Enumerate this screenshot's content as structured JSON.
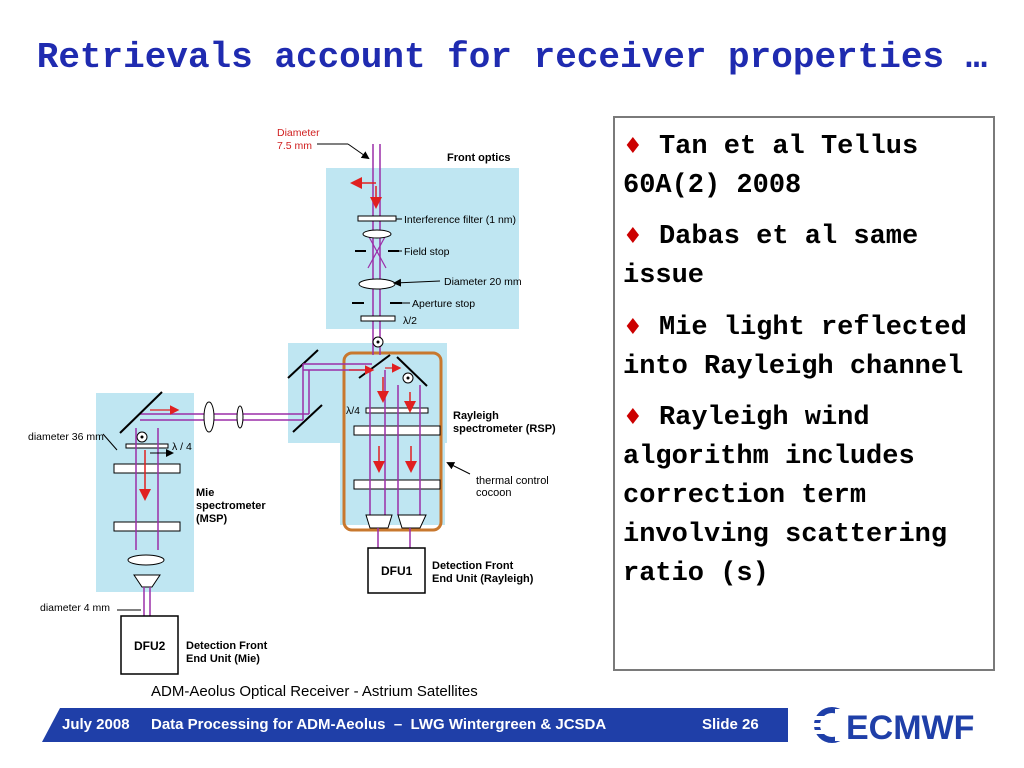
{
  "title": "Retrievals account for receiver properties …",
  "diagram": {
    "labels": {
      "diameter_top": "Diameter",
      "diameter_top_value": "7.5 mm",
      "front_optics": "Front optics",
      "interference_filter": "Interference filter (1 nm)",
      "field_stop": "Field stop",
      "diameter_20": "Diameter 20 mm",
      "aperture_stop": "Aperture stop",
      "lambda_half": "λ/2",
      "lambda_quarter_r": "λ/4",
      "rayleigh_line1": "Rayleigh",
      "rayleigh_line2": "spectrometer (RSP)",
      "thermal_line1": "thermal control",
      "thermal_line2": "cocoon",
      "diameter_36": "diameter 36 mm",
      "lambda_quarter_m": "λ / 4",
      "mie_line1": "Mie",
      "mie_line2": "spectrometer",
      "mie_line3": "(MSP)",
      "dfu1": "DFU1",
      "dfu1_line1": "Detection Front",
      "dfu1_line2": "End Unit (Rayleigh)",
      "diameter_4": "diameter 4 mm",
      "dfu2": "DFU2",
      "dfu2_line1": "Detection Front",
      "dfu2_line2": "End Unit (Mie)"
    },
    "colors": {
      "box_fill": "#bfe6f2",
      "beam": "#9b2fa8",
      "arrow": "#e02020",
      "cocoon": "#c8782e",
      "label_red": "#d02020"
    }
  },
  "caption": "ADM-Aeolus Optical Receiver - Astrium Satellites",
  "bullets": [
    {
      "text": "Tan et al Tellus 60A(2) 2008"
    },
    {
      "text": "Dabas et al same issue"
    },
    {
      "text": "Mie light reflected into Rayleigh channel"
    },
    {
      "text": "Rayleigh wind algorithm includes correction term involving scattering ratio (s)"
    }
  ],
  "bullet_marker": "♦",
  "footer": {
    "date": "July 2008",
    "center": "Data Processing for ADM-Aeolus  –  LWG Wintergreen & JCSDA",
    "slide": "Slide 26"
  },
  "logo": {
    "text": "ECMWF",
    "color": "#1f3fa8"
  }
}
